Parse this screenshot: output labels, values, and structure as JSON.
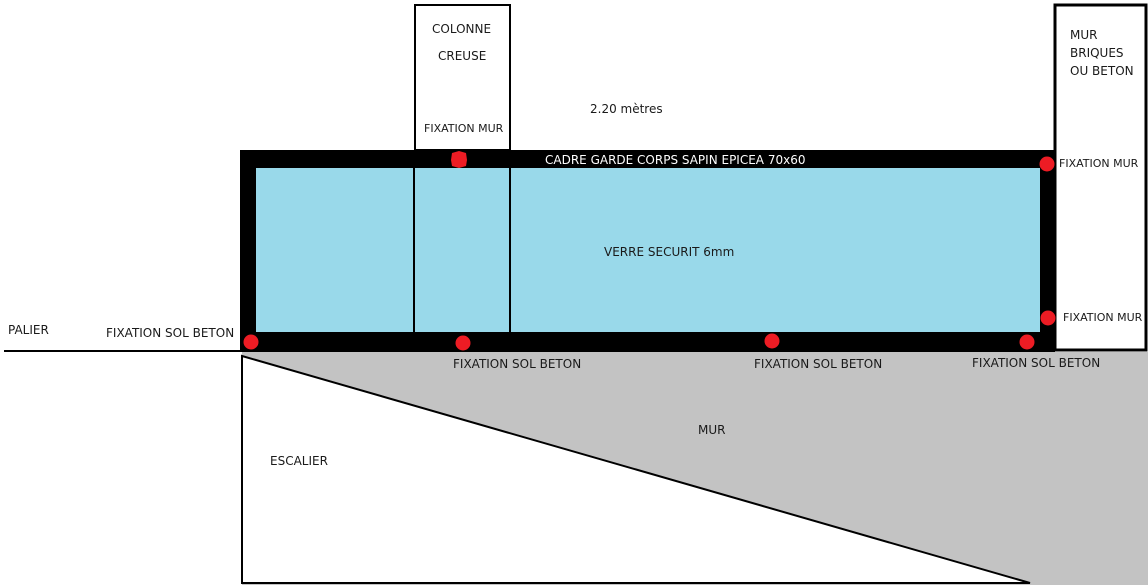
{
  "labels": {
    "column": [
      "COLONNE",
      "CREUSE"
    ],
    "column_fixation": "FIXATION MUR",
    "dimension": "2.20 mètres",
    "frame": "CADRE GARDE CORPS SAPIN EPICEA 70x60",
    "glass": "VERRE SECURIT 6mm",
    "wall_right": [
      "MUR",
      "BRIQUES",
      "OU BETON"
    ],
    "wall_fix_top": "FIXATION MUR",
    "wall_fix_bottom": "FIXATION MUR",
    "landing": "PALIER",
    "floor_fix_left": "FIXATION SOL BETON",
    "floor_fix_1": "FIXATION SOL BETON",
    "floor_fix_2": "FIXATION SOL BETON",
    "floor_fix_3": "FIXATION SOL BETON",
    "wall_below": "MUR",
    "stairs": "ESCALIER"
  },
  "colors": {
    "frame": "#000000",
    "glass": "#99d9ea",
    "fixation": "#ed1c24",
    "wall": "#c3c3c3"
  }
}
